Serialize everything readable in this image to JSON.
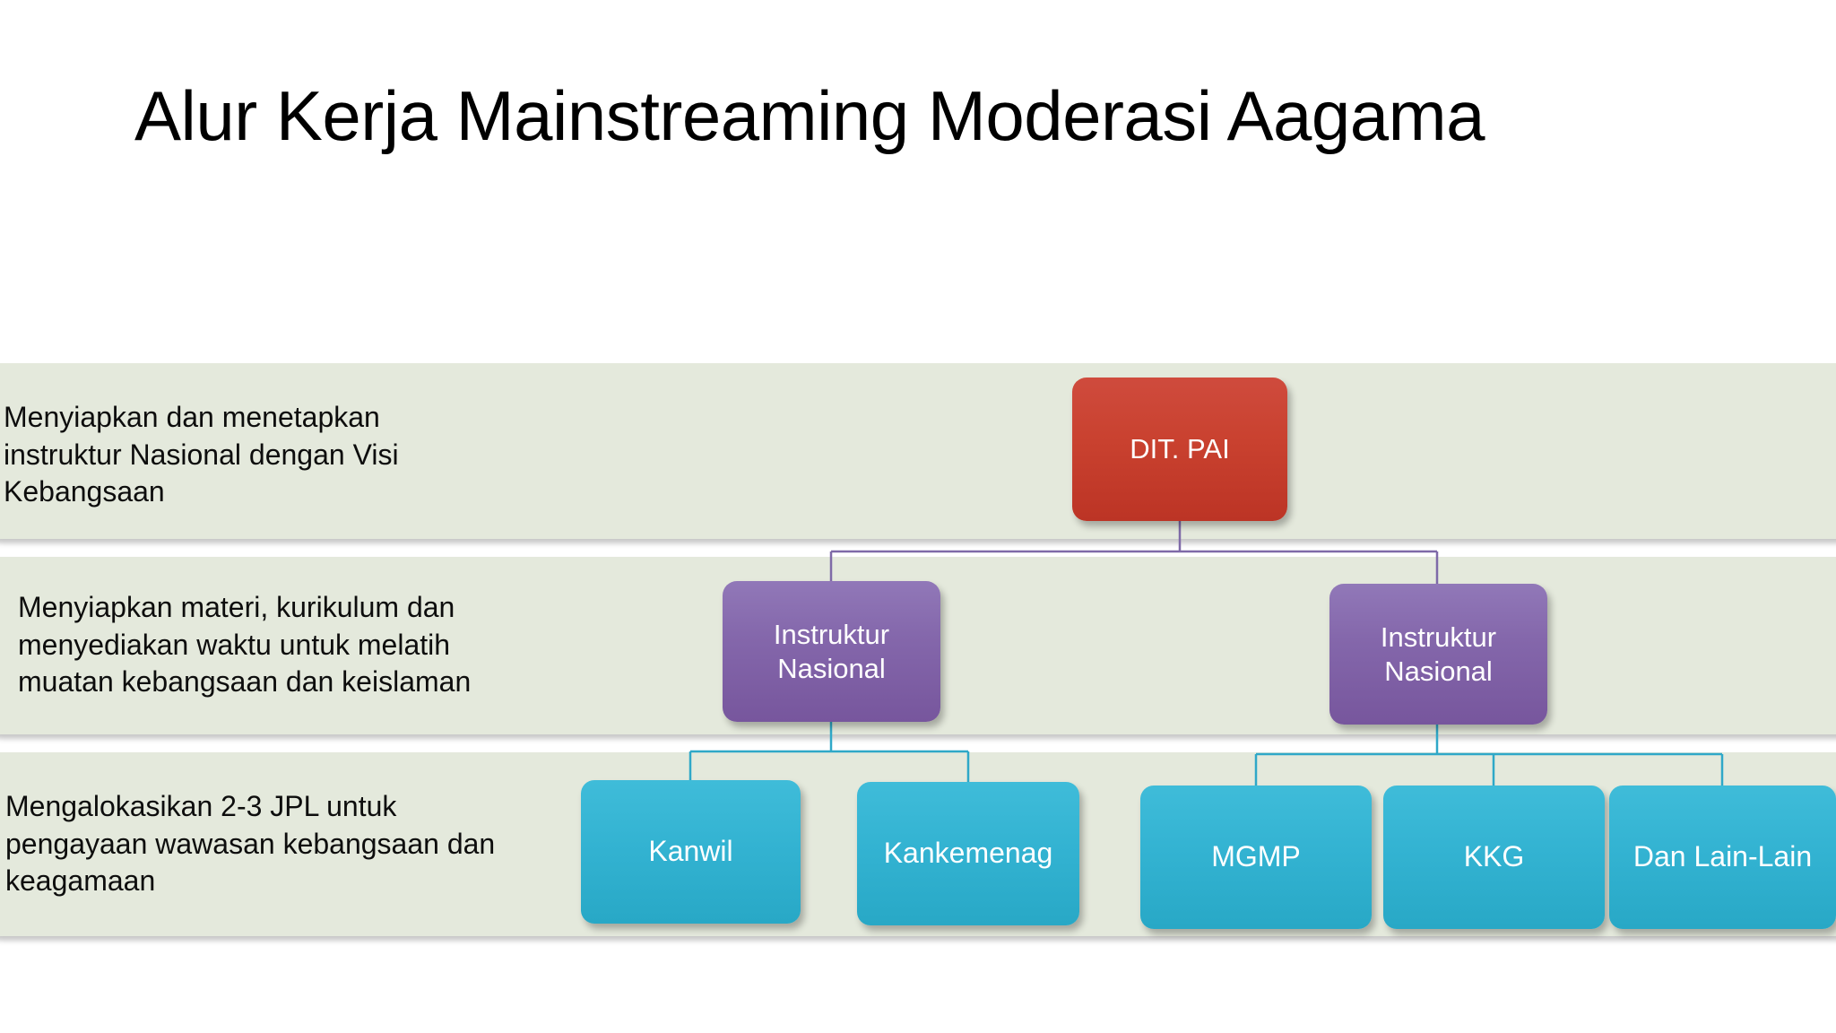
{
  "slide": {
    "title": "Alur Kerja Mainstreaming Moderasi Aagama",
    "background": "#ffffff"
  },
  "colors": {
    "band_green": "#e4e9dc",
    "node_red": "#c9412f",
    "node_purple": "#8467ab",
    "node_teal": "#33b3d2",
    "connector_purple": "#7f6aa8",
    "connector_teal": "#2fa8c8",
    "text_dark": "#0d0d0d",
    "text_light": "#ffffff"
  },
  "bands": [
    {
      "id": "band-1",
      "text": "Menyiapkan dan menetapkan\ninstruktur Nasional dengan Visi\nKebangsaan"
    },
    {
      "id": "band-2",
      "text": "Menyiapkan materi, kurikulum dan\nmenyediakan waktu untuk melatih\nmuatan kebangsaan dan keislaman"
    },
    {
      "id": "band-3",
      "text": "Mengalokasikan 2-3 JPL untuk\npengayaan wawasan kebangsaan dan\nkeagamaan"
    }
  ],
  "nodes": {
    "root": {
      "label": "DIT. PAI",
      "level": 1,
      "color": "#c9412f"
    },
    "level2": [
      {
        "label": "Instruktur\nNasional",
        "color": "#8467ab"
      },
      {
        "label": "Instruktur\nNasional",
        "color": "#8467ab"
      }
    ],
    "level3": [
      {
        "label": "Kanwil",
        "color": "#33b3d2",
        "parent": 0
      },
      {
        "label": "Kankemenag",
        "color": "#33b3d2",
        "parent": 0
      },
      {
        "label": "MGMP",
        "color": "#33b3d2",
        "parent": 1
      },
      {
        "label": "KKG",
        "color": "#33b3d2",
        "parent": 1
      },
      {
        "label": "Dan Lain-Lain",
        "color": "#33b3d2",
        "parent": 1
      }
    ]
  }
}
